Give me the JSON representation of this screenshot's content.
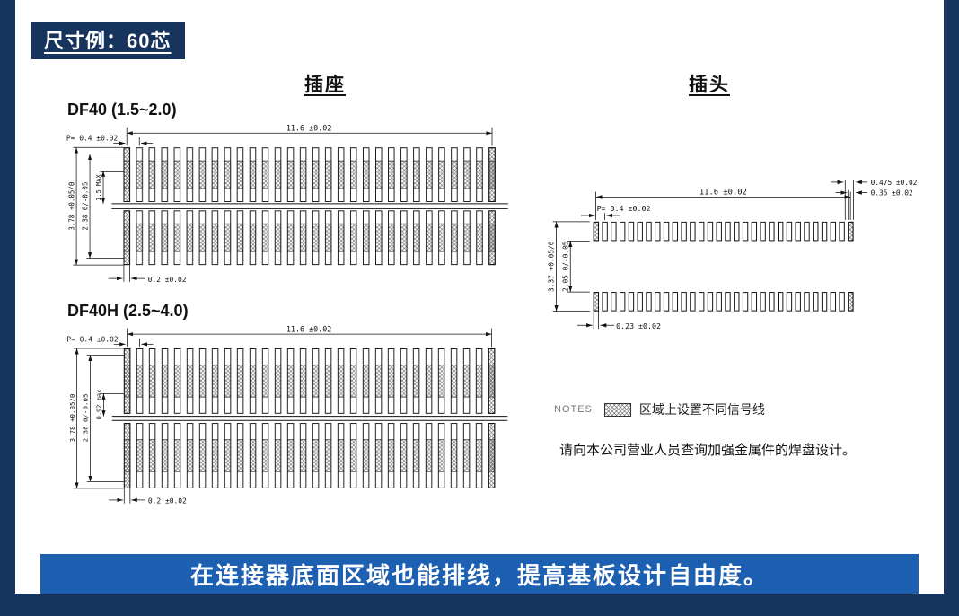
{
  "page": {
    "title": "尺寸例：60芯",
    "columns": {
      "receptacle": "插座",
      "plug": "插头"
    },
    "banner": "在连接器底面区域也能排线，提高基板设计自由度。"
  },
  "drawings": {
    "df40": {
      "label": "DF40 (1.5~2.0)",
      "dim_width": "11.6 ±0.02",
      "dim_pitch": "P= 0.4 ±0.02",
      "dim_height_outer": "3.78 +0.05/0",
      "dim_height_inner": "2.38 0/-0.05",
      "dim_depth": "1.5 MAX",
      "dim_pad_width": "0.2 ±0.02"
    },
    "df40h": {
      "label": "DF40H (2.5~4.0)",
      "dim_width": "11.6 ±0.02",
      "dim_pitch": "P= 0.4 ±0.02",
      "dim_height_outer": "3.78 +0.05/0",
      "dim_height_inner": "2.38 0/-0.05",
      "dim_depth": "0.92 max",
      "dim_pad_width": "0.2 ±0.02"
    },
    "plug": {
      "dim_width": "11.6 ±0.02",
      "dim_end_pad": "0.475 ±0.02",
      "dim_pad": "0.35 ±0.02",
      "dim_pitch": "P= 0.4 ±0.02",
      "dim_height_outer": "3.37 +0.05/0",
      "dim_height_inner": "2.05 0/-0.05",
      "dim_pad_width": "0.23 ±0.02"
    }
  },
  "notes": {
    "label": "NOTES",
    "legend": "区域上设置不同信号线",
    "remark": "请向本公司营业人员查询加强金属件的焊盘设计。"
  },
  "colors": {
    "frame_navy": "#17345f",
    "banner_blue": "#1d5fb0"
  }
}
